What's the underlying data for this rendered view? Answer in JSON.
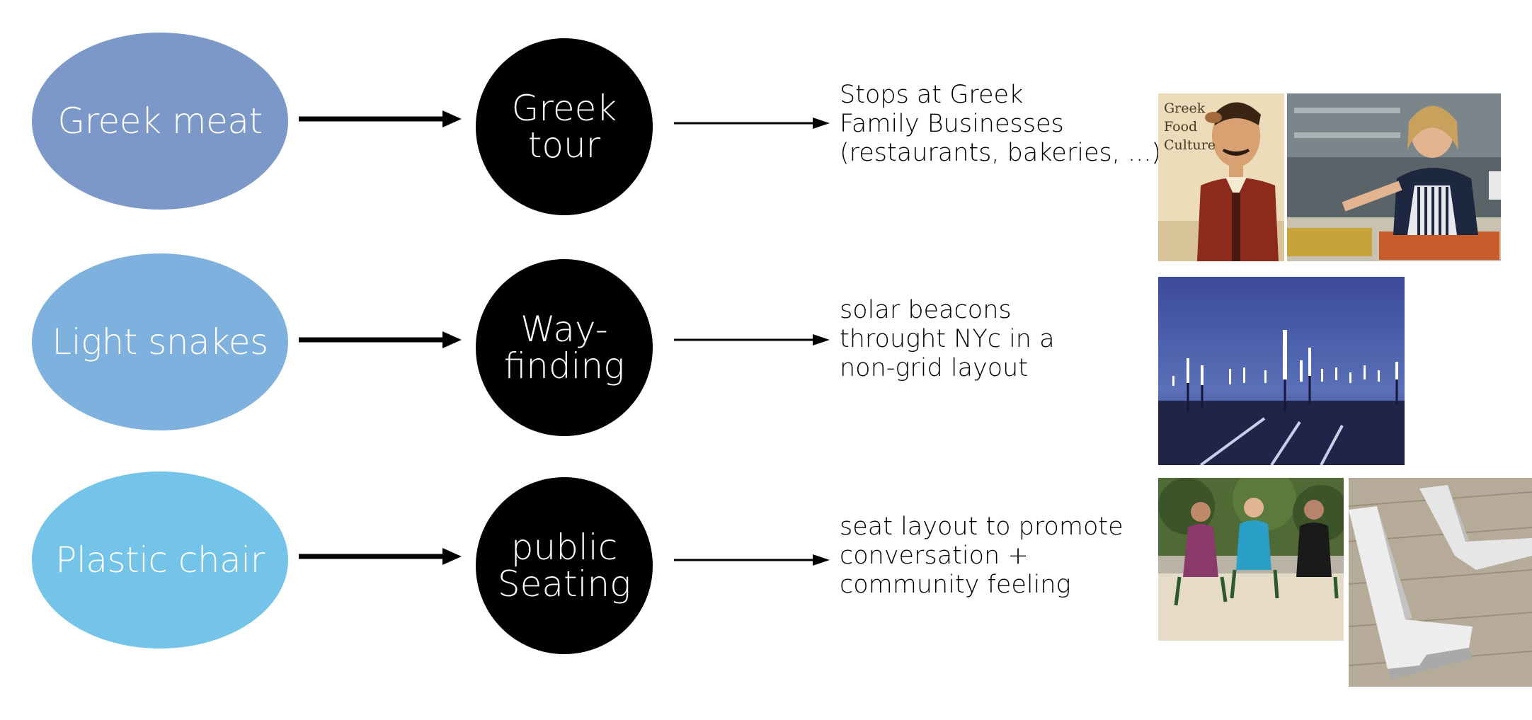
{
  "rows": [
    {
      "source": "Greek meat",
      "source_color": "#7b98c8",
      "target_lines": [
        "Greek",
        "tour"
      ],
      "desc_lines": [
        "Stops at Greek",
        "Family Businesses",
        "(restaurants, bakeries, ...)"
      ]
    },
    {
      "source": "Light snakes",
      "source_color": "#7eb1dd",
      "target_lines": [
        "Way-",
        "finding"
      ],
      "desc_lines": [
        "solar beacons",
        "throught NYc in a",
        "non-grid layout"
      ]
    },
    {
      "source": "Plastic chair",
      "source_color": "#74c3e9",
      "target_lines": [
        "public",
        "Seating"
      ],
      "desc_lines": [
        "seat layout to promote",
        "conversation +",
        "community feeling"
      ]
    }
  ],
  "photo_text": {
    "poster_lines": [
      "Greek",
      "Food",
      "Culture"
    ]
  },
  "colors": {
    "target_fill": "#000000",
    "arrow": "#000000"
  }
}
